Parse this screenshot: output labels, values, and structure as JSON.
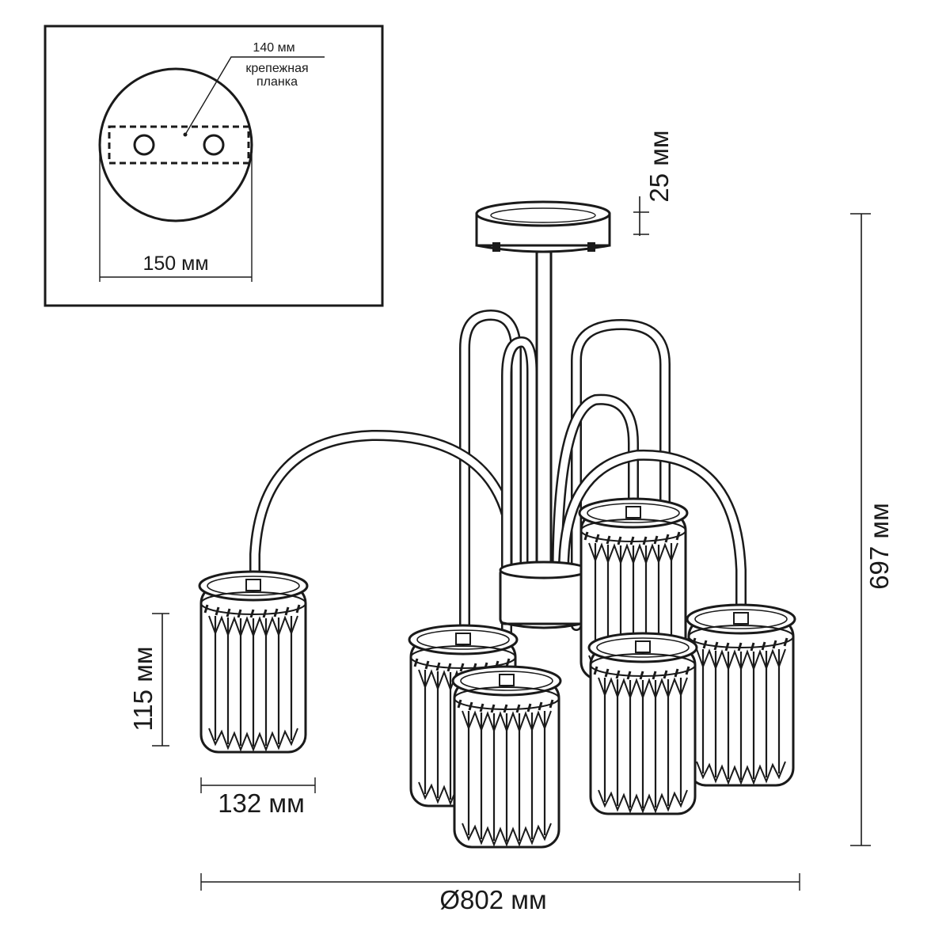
{
  "inset": {
    "plate_length": "140 мм",
    "plate_label_line1": "крепежная",
    "plate_label_line2": "планка",
    "canopy_diameter": "150 мм"
  },
  "dimensions": {
    "canopy_height": "25 мм",
    "total_height": "697 мм",
    "shade_height": "115 мм",
    "shade_width": "132 мм",
    "total_diameter": "Ø802 мм"
  }
}
